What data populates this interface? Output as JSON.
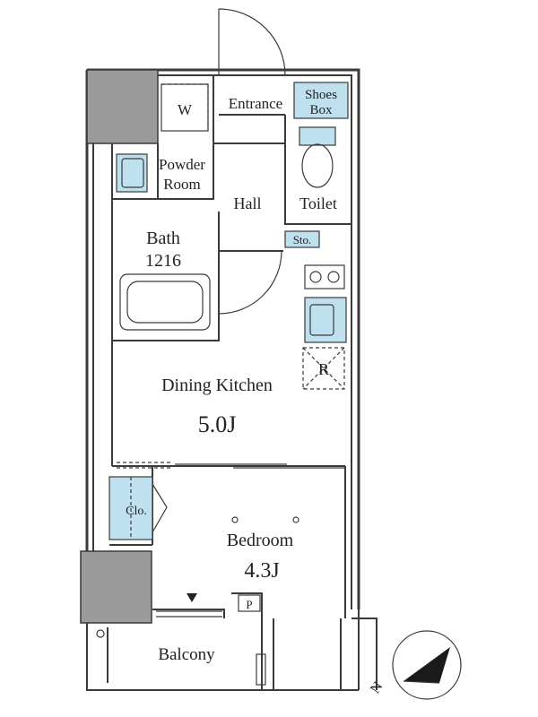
{
  "rooms": {
    "entrance": "Entrance",
    "shoes_box_line1": "Shoes",
    "shoes_box_line2": "Box",
    "washer": "W",
    "powder_room_line1": "Powder",
    "powder_room_line2": "Room",
    "hall": "Hall",
    "toilet": "Toilet",
    "storage": "Sto.",
    "bath_line1": "Bath",
    "bath_line2": "1216",
    "refrigerator": "R",
    "dining_kitchen": "Dining Kitchen",
    "dining_kitchen_size": "5.0J",
    "closet": "Clo.",
    "bedroom": "Bedroom",
    "bedroom_size": "4.3J",
    "pipe_space": "P",
    "balcony": "Balcony"
  },
  "compass": {
    "north_label": "N"
  },
  "colors": {
    "fixture_blue": "#bfe0ee",
    "column_gray": "#9b9b9b",
    "wall": "#3a3a3a"
  }
}
